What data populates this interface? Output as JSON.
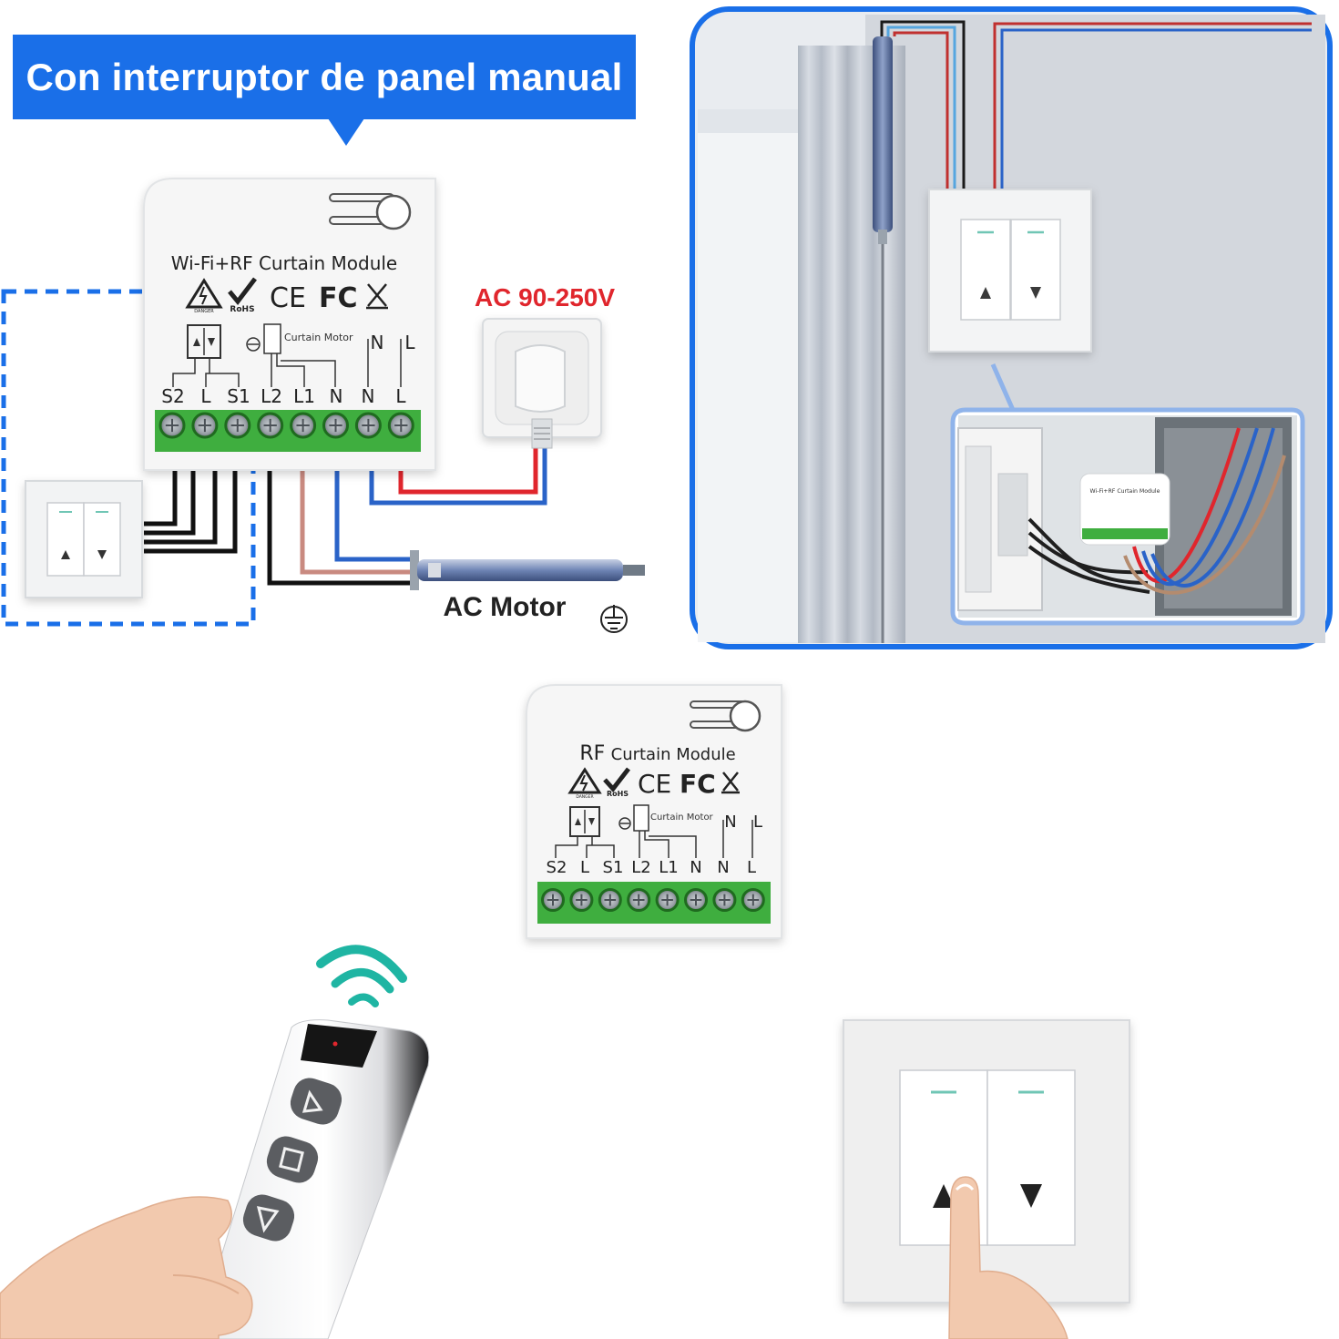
{
  "banner": {
    "title": "Con interruptor de panel manual"
  },
  "top_module": {
    "name": "Wi-Fi+RF Curtain Module",
    "motor_label": "Curtain Motor",
    "rohs": "RoHS",
    "danger": "DANGER",
    "ce": "CE",
    "fc": "FC",
    "supply_n": "N",
    "supply_l": "L",
    "terminals": [
      "S2",
      "L",
      "S1",
      "L2",
      "L1",
      "N",
      "N",
      "L"
    ]
  },
  "power": {
    "label": "AC 90-250V"
  },
  "motor": {
    "label": "AC Motor"
  },
  "bottom_module": {
    "name_prefix": "RF",
    "name": "Curtain Module",
    "motor_label": "Curtain Motor",
    "rohs": "RoHS",
    "danger": "DANGER",
    "ce": "CE",
    "fc": "FC",
    "supply_n": "N",
    "supply_l": "L",
    "terminals": [
      "S2",
      "L",
      "S1",
      "L2",
      "L1",
      "N",
      "N",
      "L"
    ]
  },
  "small_module": {
    "name": "Wi-Fi+RF Curtain Module"
  },
  "colors": {
    "accent_blue": "#1a6fe8",
    "wire_red": "#e0262d",
    "wire_blue": "#2a63c8",
    "wire_brown": "#c98a80",
    "wire_black": "#1a1a1a",
    "terminal_green": "#3fae3f",
    "warning_red": "#e0262d",
    "wifi_teal": "#1fb5a3"
  },
  "icons": [
    "up-arrow-icon",
    "down-arrow-icon",
    "stop-icon",
    "wifi-icon",
    "ground-icon",
    "hand-icon"
  ]
}
